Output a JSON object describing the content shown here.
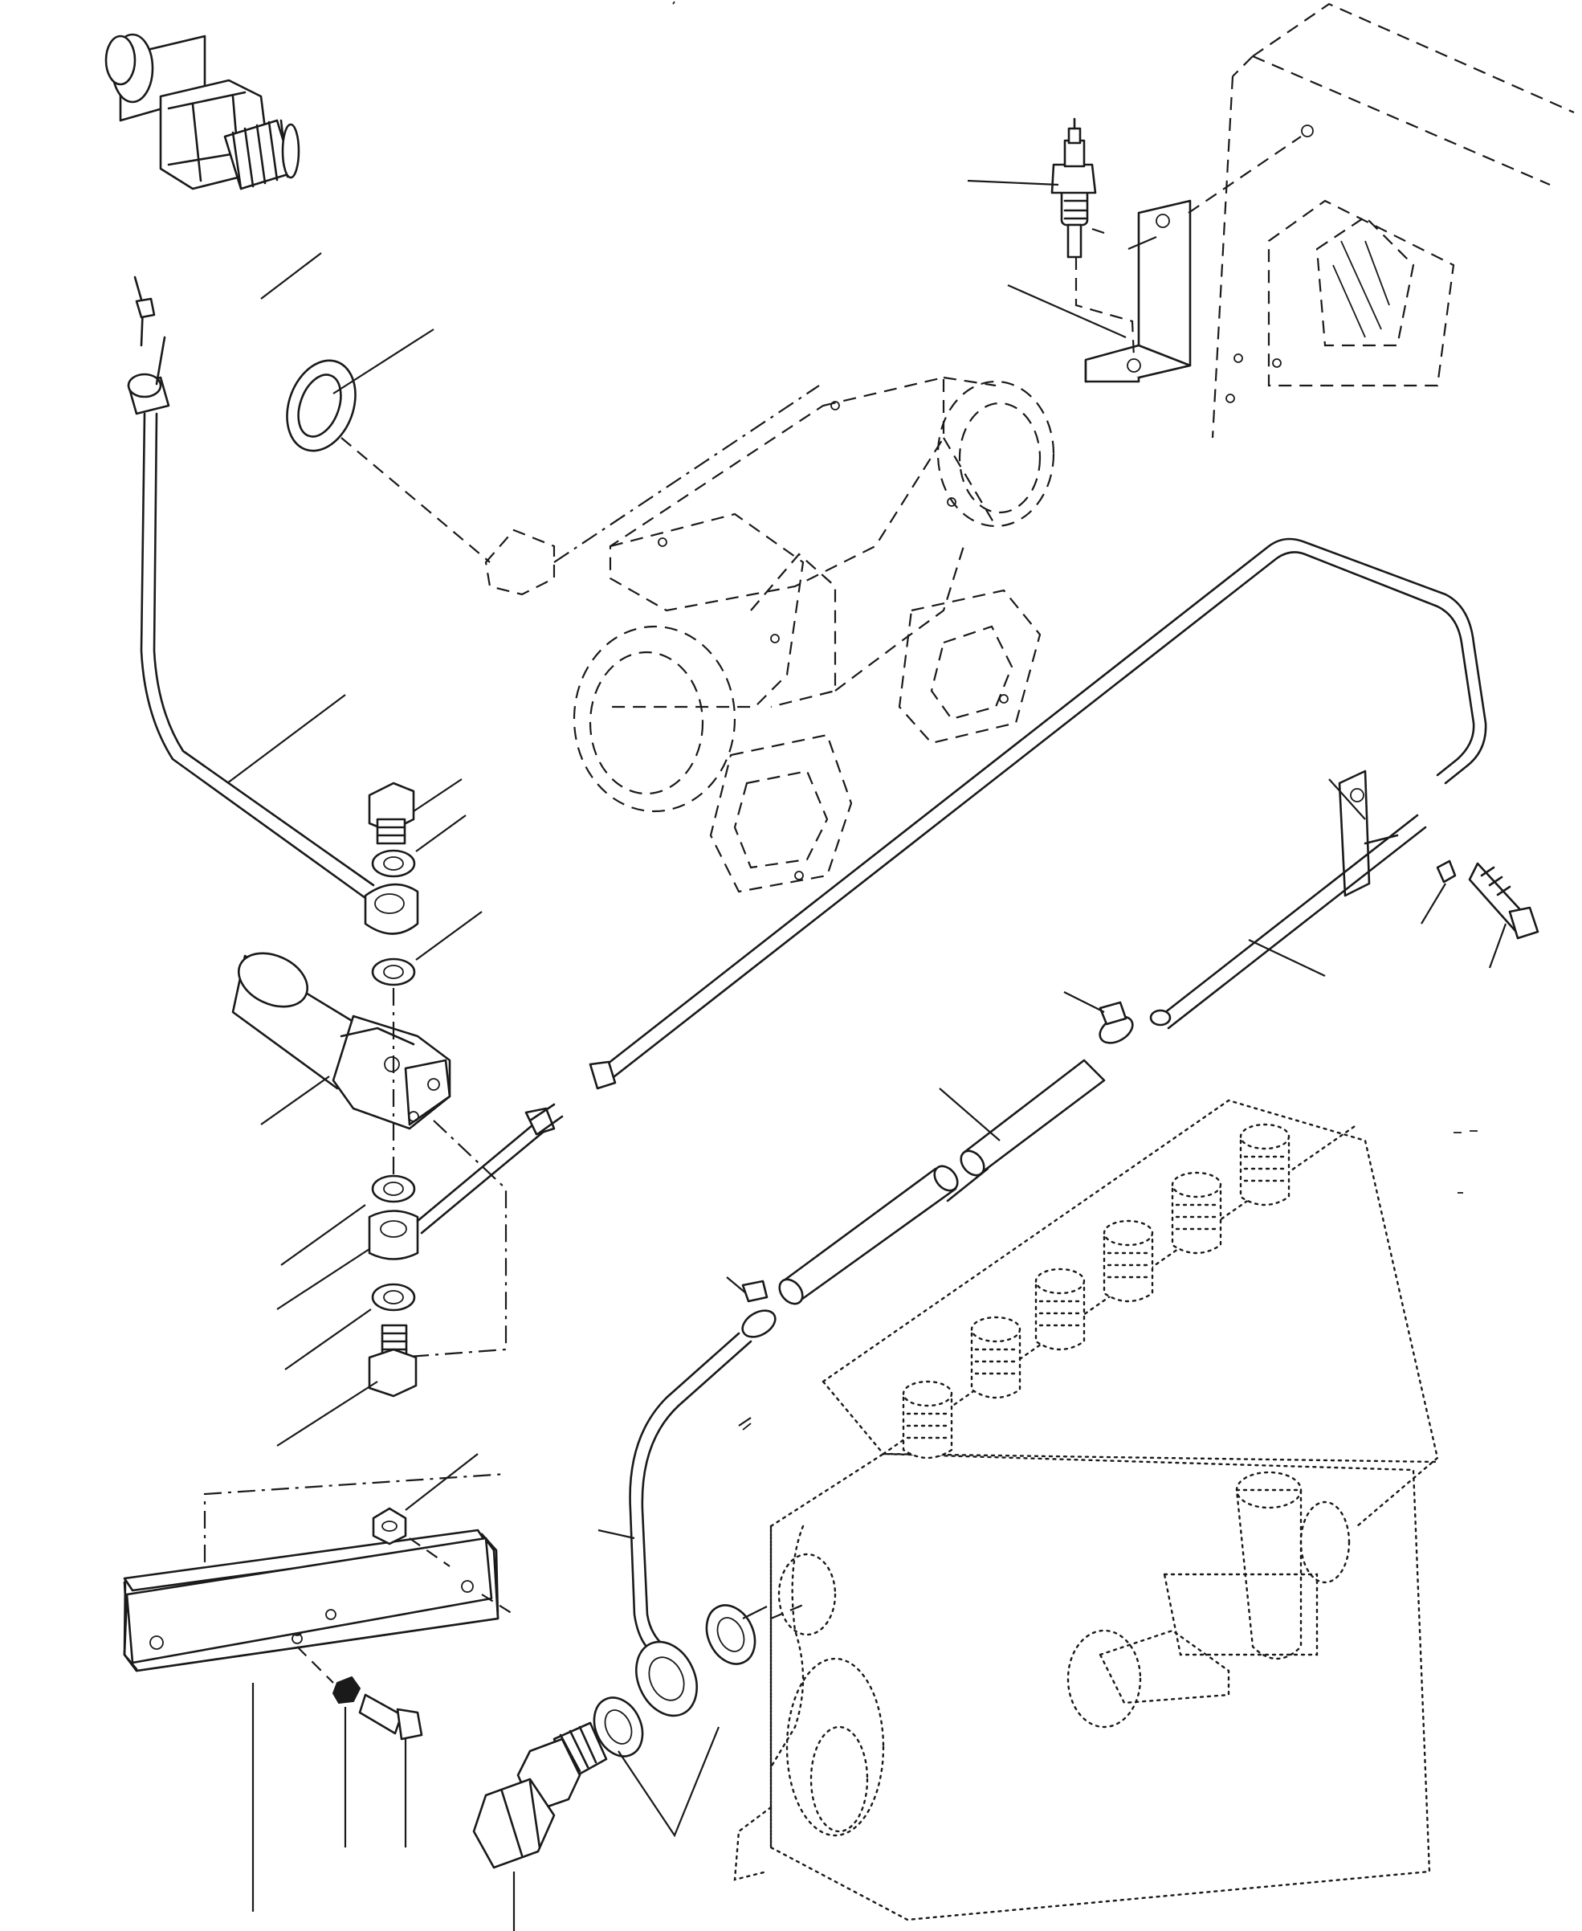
{
  "figure": {
    "kind": "exploded-parts-diagram",
    "reference_numbers_visible": false,
    "ink_color": "#1a1a1a",
    "background_color": "#ffffff"
  },
  "components": [
    "pressure-sender",
    "sealing-washer",
    "oil-pipe-upper",
    "banjo-bolt-upper",
    "filter-body",
    "banjo-bolt-lower",
    "mounting-bracket",
    "bracket-bolt",
    "return-pipe",
    "rubber-hose",
    "hose-clamp",
    "pump-banjo-bolt",
    "spark-plug-sensor",
    "angle-bracket",
    "clip-bolt"
  ]
}
